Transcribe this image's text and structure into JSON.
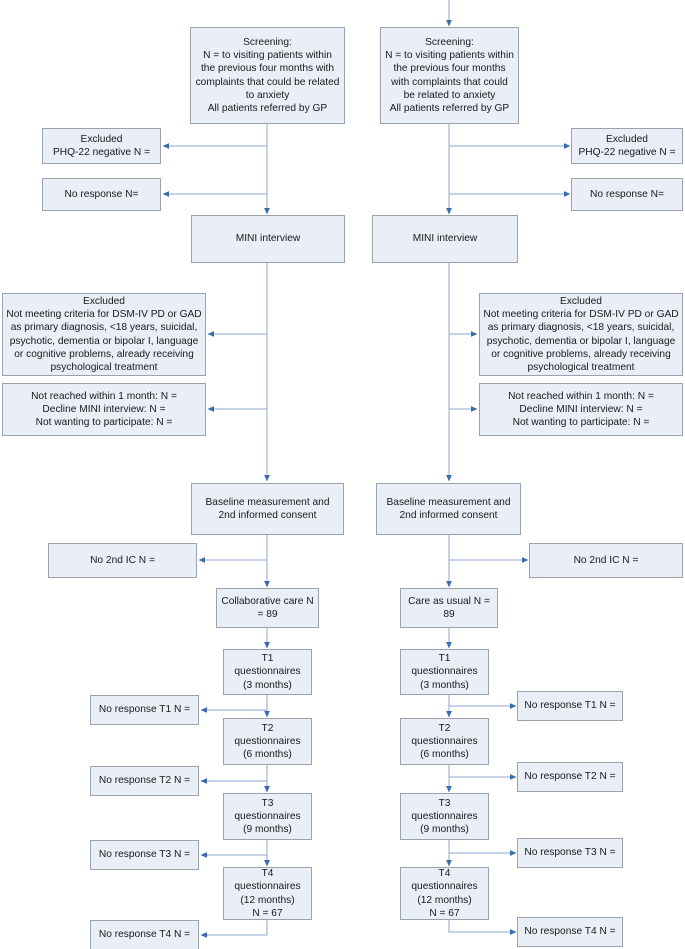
{
  "diagram": {
    "title": "Study flow diagram: collaborative care versus care as usual for anxiety",
    "type": "flowchart",
    "colors": {
      "node_fill": "#e9eef7",
      "node_border": "#9aa3ad",
      "connector": "#5b7fb5",
      "text": "#1a1a1a",
      "background": "#ffffff"
    },
    "arms": [
      {
        "id": "left",
        "name": "Collaborative care arm"
      },
      {
        "id": "right",
        "name": "Care as usual arm"
      }
    ]
  },
  "nodes": {
    "screening_left": "Screening:\nN = to visiting patients within the previous four months with complaints that could be related to anxiety\nAll patients referred by GP",
    "screening_right": "Screening:\nN = to visiting patients within the previous four months with complaints that could be related to anxiety\nAll patients referred by GP",
    "excluded_phq_left": "Excluded\nPHQ-22 negative N =",
    "excluded_phq_right": "Excluded\nPHQ-22 negative N =",
    "no_response_left": "No response N=",
    "no_response_right": "No response N=",
    "mini_left": "MINI interview",
    "mini_right": "MINI interview",
    "excluded_criteria_left": "Excluded\nNot meeting criteria for DSM-IV PD or GAD as primary diagnosis, <18 years, suicidal, psychotic, dementia or bipolar I, language or cognitive problems, already receiving psychological treatment",
    "excluded_criteria_right": "Excluded\nNot meeting criteria for DSM-IV PD or GAD as primary diagnosis, <18 years, suicidal, psychotic, dementia or bipolar I, language or cognitive problems, already receiving psychological treatment",
    "not_reached_left": "Not reached within 1 month: N =\nDecline MINI interview: N =\nNot wanting to participate: N =",
    "not_reached_right": "Not reached within 1 month: N =\nDecline MINI interview: N =\nNot wanting to participate: N =",
    "baseline_left": "Baseline measurement and 2nd informed consent",
    "baseline_right": "Baseline measurement and 2nd informed consent",
    "no_2nd_ic_left": "No 2nd IC N =",
    "no_2nd_ic_right": "No 2nd IC N =",
    "allocation_left": "Collaborative care N = 89",
    "allocation_right": "Care as usual N = 89",
    "t1_left": "T1 questionnaires\n(3 months)",
    "t1_right": "T1 questionnaires\n(3 months)",
    "t2_left": "T2 questionnaires\n(6 months)",
    "t2_right": "T2 questionnaires\n(6 months)",
    "t3_left": "T3 questionnaires\n(9 months)",
    "t3_right": "T3 questionnaires\n(9 months)",
    "t4_left": "T4 questionnaires\n(12 months)\nN = 67",
    "t4_right": "T4 questionnaires\n(12 months)\nN = 67",
    "no_response_t1_left": "No response T1 N =",
    "no_response_t1_right": "No response T1 N =",
    "no_response_t2_left": "No response T2 N =",
    "no_response_t2_right": "No response T2 N =",
    "no_response_t3_left": "No response T3 N =",
    "no_response_t3_right": "No response T3 N =",
    "no_response_t4_left": "No response T4 N =",
    "no_response_t4_right": "No response T4 N ="
  },
  "counts": {
    "collaborative_care_n": 89,
    "care_as_usual_n": 89,
    "t4_completers_left_n": 67,
    "t4_completers_right_n": 67
  }
}
